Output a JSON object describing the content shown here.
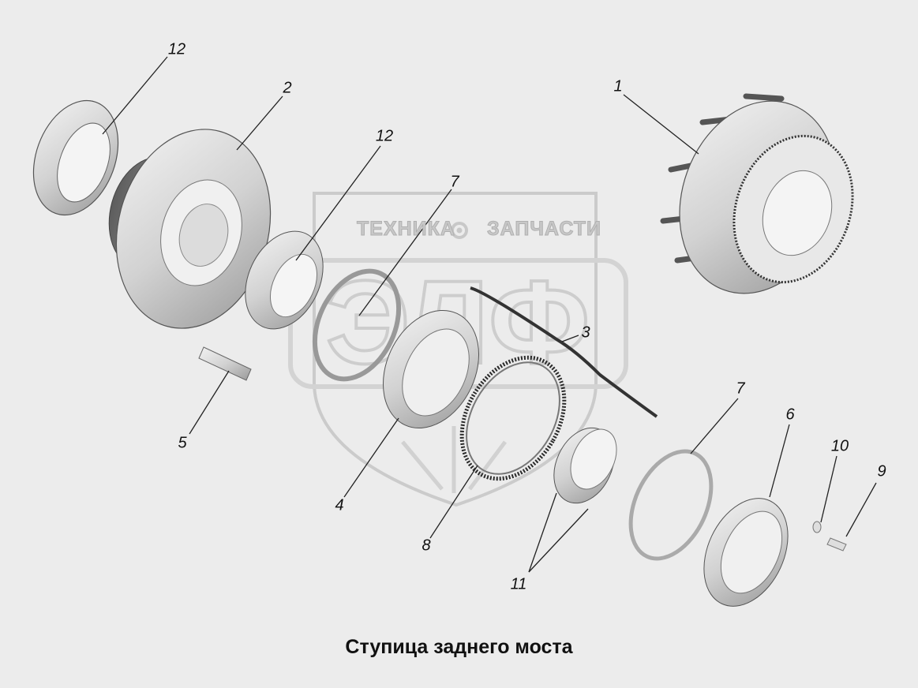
{
  "watermark": {
    "brand_left": "ТЕХНИКА",
    "brand_right": "ЗАПЧАСТИ",
    "logo_letters": "ЭЛФ",
    "gear_icon": "gear-icon"
  },
  "callouts": [
    "12",
    "2",
    "12",
    "7",
    "1",
    "3",
    "5",
    "4",
    "8",
    "7",
    "6",
    "10",
    "9",
    "11"
  ],
  "caption": "Ступица заднего моста",
  "colors": {
    "background": "#ececec",
    "part_fill": "#dcdcdc",
    "part_dark": "#6f6f6f",
    "line": "#222222",
    "watermark": "#c4c4c4"
  }
}
